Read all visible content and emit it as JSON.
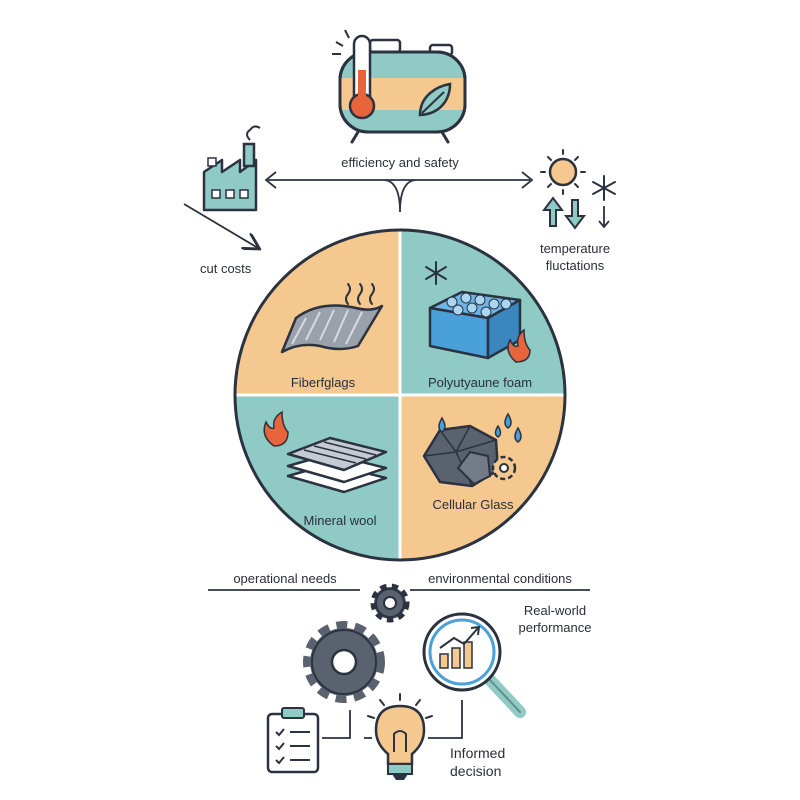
{
  "top": {
    "efficiency_label": "efficiency and safety",
    "cut_costs_label": "cut costs",
    "temperature_label_line1": "temperature",
    "temperature_label_line2": "fluctations"
  },
  "materials": {
    "top_left": "Fiberfglags",
    "top_right": "Polyutyaune foam",
    "bottom_left": "Mineral wool",
    "bottom_right": "Cellular Glass"
  },
  "bottom": {
    "operational_label": "operational needs",
    "environmental_label": "environmental conditions",
    "performance_line1": "Real-world",
    "performance_line2": "performance",
    "decision_line1": "Informed",
    "decision_line2": "decision"
  },
  "colors": {
    "peach": "#f4c88e",
    "teal": "#8fcac4",
    "dark_teal": "#4a9a91",
    "outline": "#2b3240",
    "flame": "#e8643a",
    "ice": "#4aa0d8",
    "gear": "#5a6270"
  }
}
